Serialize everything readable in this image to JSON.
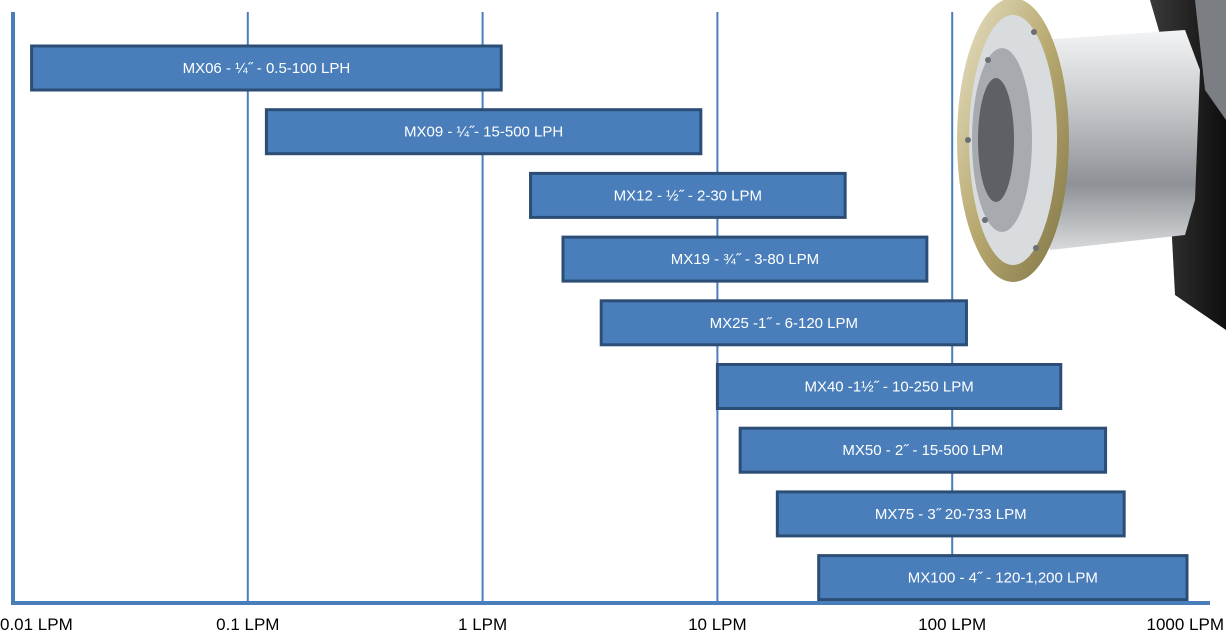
{
  "chart_data": {
    "type": "bar",
    "orientation": "horizontal-range",
    "x_scale": "log",
    "x_unit": "LPM",
    "xlim": [
      0.01,
      1000
    ],
    "grid": true,
    "ticks": [
      {
        "value": 0.01,
        "label": "0.01 LPM"
      },
      {
        "value": 0.1,
        "label": "0.1 LPM"
      },
      {
        "value": 1,
        "label": "1 LPM"
      },
      {
        "value": 10,
        "label": "10 LPM"
      },
      {
        "value": 100,
        "label": "100 LPM"
      },
      {
        "value": 1000,
        "label": "1000 LPM"
      }
    ],
    "bars": [
      {
        "label": "MX06 - ¼˝ - 0.5-100 LPH",
        "start": 0.012,
        "end": 1.2
      },
      {
        "label": "MX09 - ¼˝- 15-500 LPH",
        "start": 0.12,
        "end": 8.5
      },
      {
        "label": "MX12 - ½˝ - 2-30 LPM",
        "start": 1.6,
        "end": 35
      },
      {
        "label": "MX19 - ¾˝ - 3-80 LPM",
        "start": 2.2,
        "end": 78
      },
      {
        "label": "MX25 -1˝ - 6-120 LPM",
        "start": 3.2,
        "end": 115
      },
      {
        "label": "MX40 -1½˝ - 10-250 LPM",
        "start": 10,
        "end": 290
      },
      {
        "label": "MX50 - 2˝ - 15-500 LPM",
        "start": 12.5,
        "end": 450
      },
      {
        "label": "MX75 - 3˝   20-733 LPM",
        "start": 18,
        "end": 540
      },
      {
        "label": "MX100 - 4˝ - 120-1,200 LPM",
        "start": 27,
        "end": 1000
      }
    ]
  },
  "photo": {
    "icon": "flowmeter-photo",
    "accent": "#c9ccd0",
    "flange": "#b9aa72",
    "body": "#1a1a1a"
  }
}
